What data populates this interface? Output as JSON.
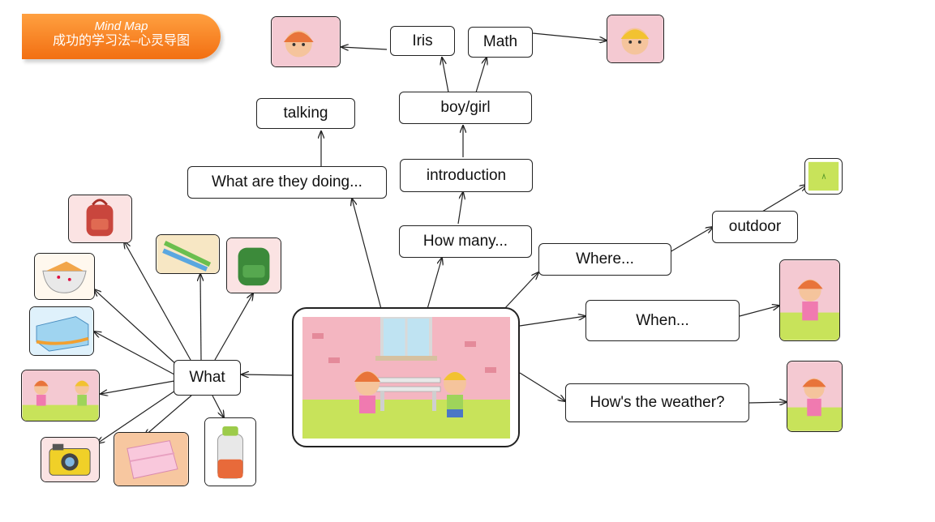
{
  "header": {
    "title_en": "Mind Map",
    "title_zh": "成功的学习法–心灵导图"
  },
  "nodes": {
    "what": "What",
    "what_doing": "What are they doing...",
    "talking": "talking",
    "how_many": "How many...",
    "introduction": "introduction",
    "boy_girl": "boy/girl",
    "iris": "Iris",
    "math": "Math",
    "where": "Where...",
    "outdoor": "outdoor",
    "when": "When...",
    "weather": "How's the weather?"
  },
  "images": {
    "center": "park-scene-icon",
    "iris_photo": "girl-iris-icon",
    "math_photo": "boy-math-icon",
    "outdoor_photo": "grass-icon",
    "when_photo": "girl-walking-icon",
    "weather_photo": "girl-sunny-icon",
    "what_items": [
      "backpack-icon",
      "pencils-icon",
      "green-backpack-icon",
      "food-bowl-icon",
      "tissue-box-icon",
      "kids-bench-icon",
      "camera-icon",
      "towel-icon",
      "water-bottle-icon"
    ]
  },
  "colors": {
    "accent": "#f47a20",
    "wall": "#f4b6c1",
    "grass": "#c8e35a",
    "line": "#222222"
  }
}
